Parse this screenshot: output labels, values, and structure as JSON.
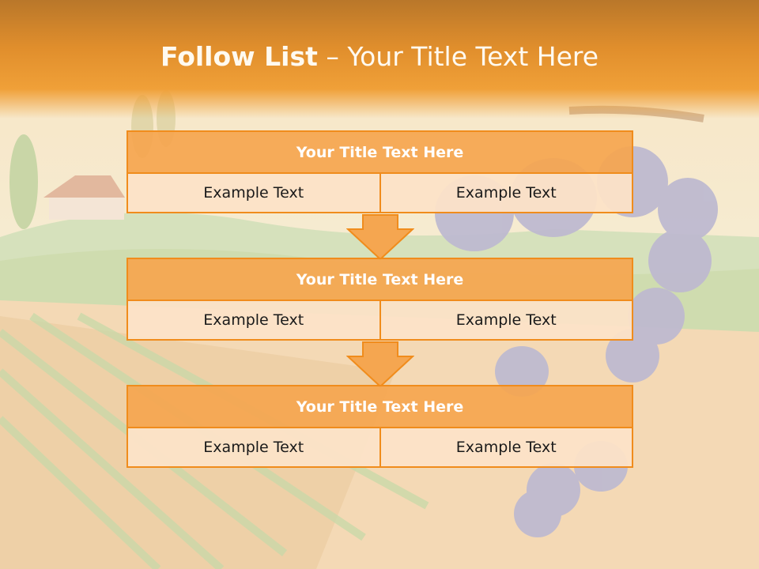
{
  "slide": {
    "title_bold": "Follow List",
    "title_rest": " – Your Title Text Here"
  },
  "blocks": [
    {
      "title": "Your Title Text Here",
      "left": "Example Text",
      "right": "Example Text"
    },
    {
      "title": "Your Title Text Here",
      "left": "Example Text",
      "right": "Example Text"
    },
    {
      "title": "Your Title Text Here",
      "left": "Example Text",
      "right": "Example Text"
    }
  ],
  "colors": {
    "accent": "#f08c1c",
    "header_fill": "#f5a650",
    "cell_fill": "#fce2c8",
    "banner": "#e08e2c"
  },
  "icons": [
    "down-arrow-icon",
    "down-arrow-icon"
  ]
}
